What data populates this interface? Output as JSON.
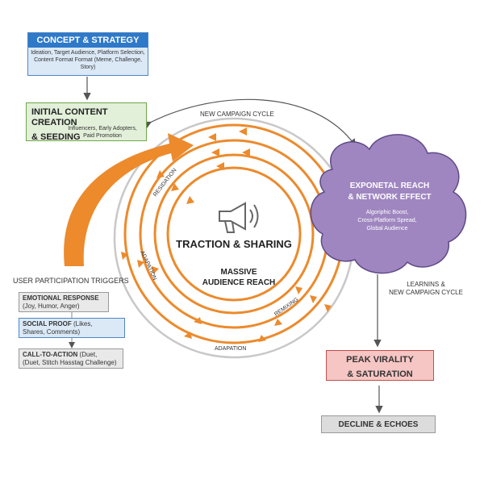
{
  "concept": {
    "title": "CONCEPT & STRATEGY",
    "body": "Ideation, Target Audience, Platform Selection, Content Format Format (Meme, Challenge, Story)"
  },
  "initial": {
    "title_line1": "INITIAL CONTENT CREATION",
    "title_line2": "& SEEDING",
    "body": "Influencers, Early Adopters, Paid Promotion"
  },
  "new_campaign_cycle": "NEW CAMPAIGN CYCLE",
  "center": {
    "title": "TRACTION & SHARING",
    "reach_line1": "MASSIVE",
    "reach_line2": "AUDIENCE REACH"
  },
  "ring_labels": {
    "top": "RESIDATION",
    "left": "ADAPATION",
    "right": "REMIXING",
    "bottom": "ADAPATION"
  },
  "cloud": {
    "title_line1": "EXPONETAL REACH",
    "title_line2": "& NETWORK EFFECT",
    "body_line1": "Algoriphic Boost,",
    "body_line2": "Cross-Platform Spread,",
    "body_line3": "Global Audience"
  },
  "learnings": {
    "line1": "LEARNINS &",
    "line2": "NEW CAMPAIGN CYCLE"
  },
  "triggers": {
    "header": "USER PARTICIPATION TRIGGERS",
    "emotional_title": "EMOTIONAL RESPONSE",
    "emotional_body": "(Joy, Humor, Anger)",
    "social_title": "SOCIAL PROOF",
    "social_body_a": "(Likes,",
    "social_body_b": "Shares, Comments)",
    "cta_title": "CALL-TO-ACTION",
    "cta_body_a": "(Duet,",
    "cta_body_b": "(Duet, Stitch Hasstag Challenge)"
  },
  "peak": {
    "line1": "PEAK VIRALITY",
    "line2": "& SATURATION"
  },
  "decline": "DECLINE & ECHOES",
  "colors": {
    "orange": "#ec8a2c",
    "cloud": "#9f86c0",
    "blue_header": "#2e79c8",
    "green_border": "#6ea84a",
    "red_border": "#c0504d"
  },
  "icons": {
    "center": "megaphone-icon"
  }
}
